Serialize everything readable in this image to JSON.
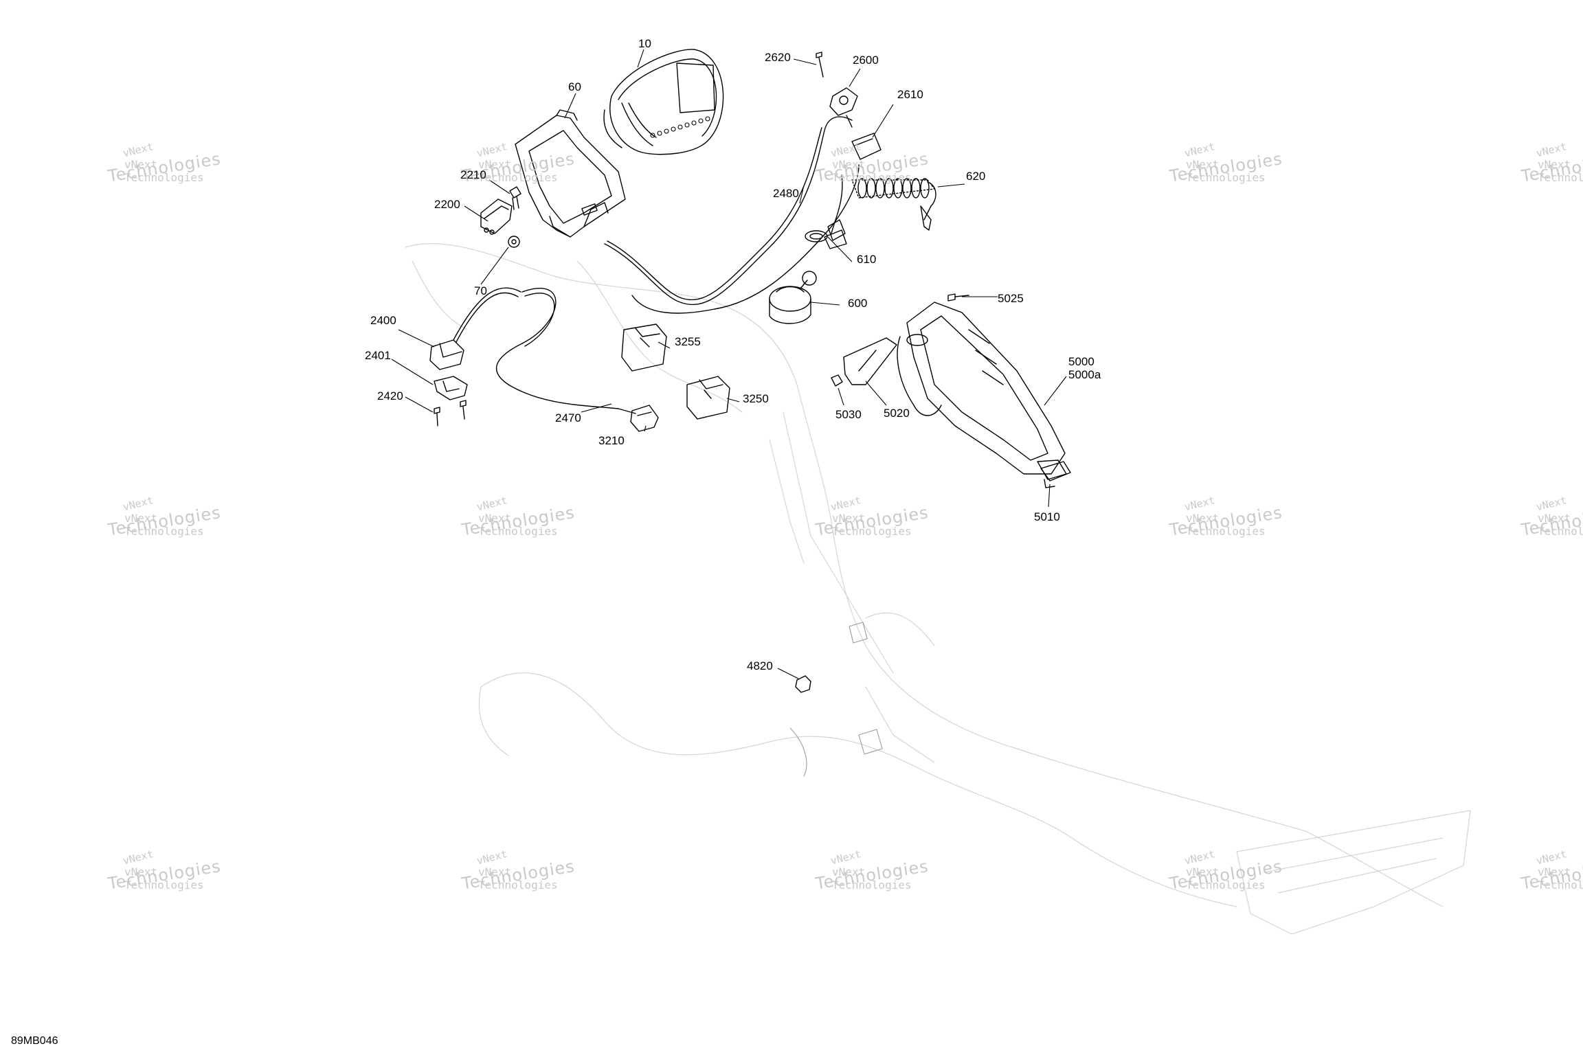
{
  "drawing_reference": "89MB046",
  "watermark": {
    "line1": "vNext",
    "line2": "vNext Technologies",
    "line3": "Technologies"
  },
  "callouts": [
    {
      "id": "10",
      "text": "10"
    },
    {
      "id": "60",
      "text": "60"
    },
    {
      "id": "70",
      "text": "70"
    },
    {
      "id": "600",
      "text": "600"
    },
    {
      "id": "610",
      "text": "610"
    },
    {
      "id": "620",
      "text": "620"
    },
    {
      "id": "2200",
      "text": "2200"
    },
    {
      "id": "2210",
      "text": "2210"
    },
    {
      "id": "2400",
      "text": "2400"
    },
    {
      "id": "2401",
      "text": "2401"
    },
    {
      "id": "2420",
      "text": "2420"
    },
    {
      "id": "2470",
      "text": "2470"
    },
    {
      "id": "2480",
      "text": "2480"
    },
    {
      "id": "2600",
      "text": "2600"
    },
    {
      "id": "2610",
      "text": "2610"
    },
    {
      "id": "2620",
      "text": "2620"
    },
    {
      "id": "3210",
      "text": "3210"
    },
    {
      "id": "3250",
      "text": "3250"
    },
    {
      "id": "3255",
      "text": "3255"
    },
    {
      "id": "4820",
      "text": "4820"
    },
    {
      "id": "5000",
      "text": "5000"
    },
    {
      "id": "5000a",
      "text": "5000a"
    },
    {
      "id": "5010",
      "text": "5010"
    },
    {
      "id": "5020",
      "text": "5020"
    },
    {
      "id": "5025",
      "text": "5025"
    },
    {
      "id": "5030",
      "text": "5030"
    }
  ]
}
